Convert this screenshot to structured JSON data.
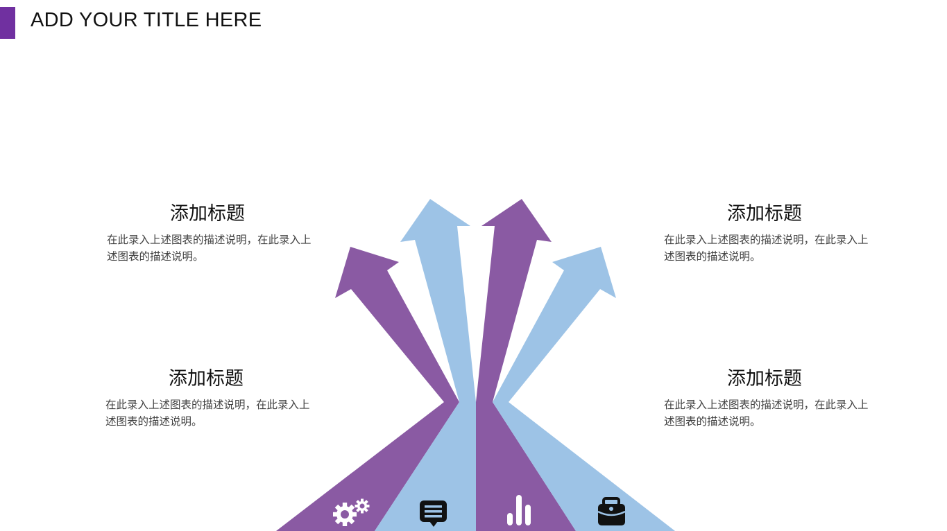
{
  "header": {
    "title": "ADD YOUR TITLE HERE",
    "accent_color": "#7030a0"
  },
  "colors": {
    "purple": "#8a5aa3",
    "blue": "#9dc3e6",
    "text_dark": "#111111",
    "text_body": "#404040"
  },
  "blocks": [
    {
      "title": "添加标题",
      "desc": "在此录入上述图表的描述说明，在此录入上述图表的描述说明。"
    },
    {
      "title": "添加标题",
      "desc": "在此录入上述图表的描述说明，在此录入上述图表的描述说明。"
    },
    {
      "title": "添加标题",
      "desc": "在此录入上述图表的描述说明，在此录入上述图表的描述说明。"
    },
    {
      "title": "添加标题",
      "desc": "在此录入上述图表的描述说明，在此录入上述图表的描述说明。"
    }
  ],
  "arrows": [
    {
      "position": "outer-left",
      "color": "purple",
      "icon": "gears-icon"
    },
    {
      "position": "inner-left",
      "color": "blue",
      "icon": "chat-bubble-icon"
    },
    {
      "position": "inner-right",
      "color": "purple",
      "icon": "bar-chart-icon"
    },
    {
      "position": "outer-right",
      "color": "blue",
      "icon": "briefcase-icon"
    }
  ]
}
